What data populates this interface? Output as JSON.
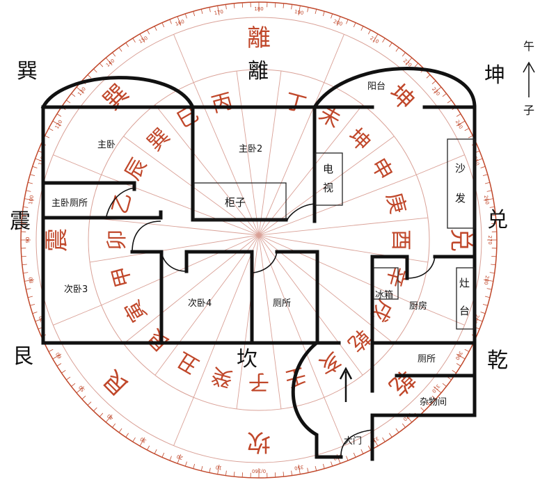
{
  "colors": {
    "compass_red": "#c0472a",
    "compass_line": "#d9a096",
    "wall": "#111111"
  },
  "north_legend": {
    "top": "午",
    "bottom": "子",
    "arrow": "arrow-up-icon"
  },
  "trigrams_black": {
    "xun": "巽",
    "li": "離",
    "kun": "坤",
    "zhen": "震",
    "dui": "兑",
    "gen": "艮",
    "kan": "坎",
    "qian": "乾"
  },
  "trigrams_red": [
    "離",
    "坤",
    "兑",
    "乾",
    "坎",
    "艮",
    "震",
    "巽"
  ],
  "mountains": [
    "丙",
    "巳",
    "巽",
    "辰",
    "乙",
    "卯",
    "甲",
    "寅",
    "艮",
    "丑",
    "癸",
    "子",
    "壬",
    "亥",
    "乾",
    "戌",
    "辛",
    "酉",
    "庚",
    "申",
    "坤",
    "未",
    "丁"
  ],
  "degree_labels": [
    "0/360",
    "10",
    "20",
    "30",
    "40",
    "50",
    "60",
    "70",
    "80",
    "90",
    "100",
    "110",
    "120",
    "130",
    "140",
    "150",
    "160",
    "170",
    "180",
    "190",
    "200",
    "210",
    "220",
    "230",
    "240",
    "250",
    "260",
    "270",
    "280",
    "290",
    "300",
    "310",
    "320",
    "330",
    "340",
    "350"
  ],
  "rooms": {
    "master_bedroom": "主卧",
    "master_bedroom_2": "主卧2",
    "balcony": "阳台",
    "tv": [
      "电",
      "视"
    ],
    "sofa": [
      "沙",
      "发"
    ],
    "cabinet": "柜子",
    "master_toilet": "主卧厕所",
    "bedroom_3": "次卧3",
    "bedroom_4": "次卧4",
    "toilet": "厕所",
    "fridge": "冰箱",
    "kitchen": "厨房",
    "stove": [
      "灶",
      "台"
    ],
    "toilet_2": "厕所",
    "storage": "杂物间",
    "main_door": "大门"
  }
}
